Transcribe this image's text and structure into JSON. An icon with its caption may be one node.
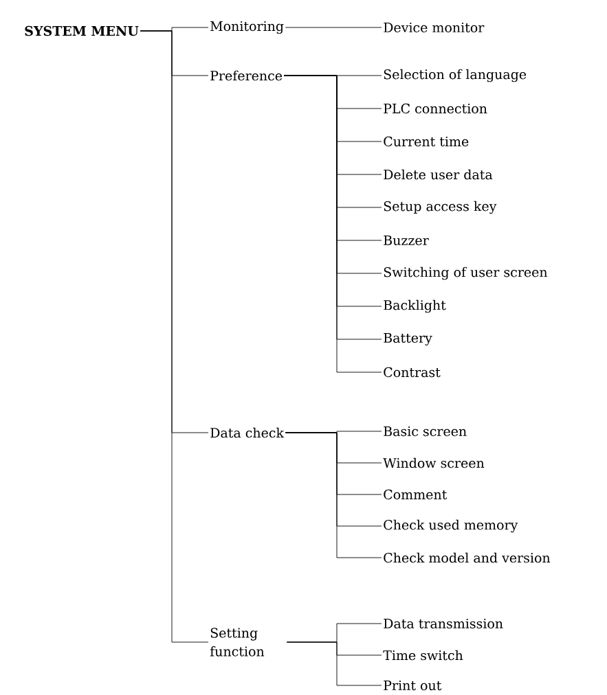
{
  "diagram": {
    "nodes": [
      {
        "text": [
          "SYSTEM MENU"
        ]
      },
      {
        "text": [
          "Monitoring"
        ]
      },
      {
        "text": [
          "Device monitor"
        ]
      },
      {
        "text": [
          "Preference"
        ]
      },
      {
        "text": [
          "Selection of language"
        ]
      },
      {
        "text": [
          "PLC connection"
        ]
      },
      {
        "text": [
          "Current time"
        ]
      },
      {
        "text": [
          "Delete user data"
        ]
      },
      {
        "text": [
          "Setup access key"
        ]
      },
      {
        "text": [
          "Buzzer"
        ]
      },
      {
        "text": [
          "Switching of user screen"
        ]
      },
      {
        "text": [
          "Backlight"
        ]
      },
      {
        "text": [
          "Battery"
        ]
      },
      {
        "text": [
          "Contrast"
        ]
      },
      {
        "text": [
          "Data check"
        ]
      },
      {
        "text": [
          "Basic screen"
        ]
      },
      {
        "text": [
          "Window screen"
        ]
      },
      {
        "text": [
          "Comment"
        ]
      },
      {
        "text": [
          "Check used memory"
        ]
      },
      {
        "text": [
          "Check model and version"
        ]
      },
      {
        "text": [
          "Setting function"
        ]
      },
      {
        "text": [
          "Data transmission"
        ]
      },
      {
        "text": [
          "Time switch"
        ]
      },
      {
        "text": [
          "Print out"
        ]
      }
    ],
    "edges": [
      {
        "from": 0,
        "to": 1,
        "arrow": "none"
      },
      {
        "from": 0,
        "to": 3,
        "arrow": "none"
      },
      {
        "from": 0,
        "to": 14,
        "arrow": "none"
      },
      {
        "from": 0,
        "to": 20,
        "arrow": "none"
      },
      {
        "from": 1,
        "to": 2,
        "arrow": "none"
      },
      {
        "from": 3,
        "to": 4,
        "arrow": "none"
      },
      {
        "from": 3,
        "to": 5,
        "arrow": "none"
      },
      {
        "from": 3,
        "to": 6,
        "arrow": "none"
      },
      {
        "from": 3,
        "to": 7,
        "arrow": "none"
      },
      {
        "from": 3,
        "to": 8,
        "arrow": "none"
      },
      {
        "from": 3,
        "to": 9,
        "arrow": "none"
      },
      {
        "from": 3,
        "to": 10,
        "arrow": "none"
      },
      {
        "from": 3,
        "to": 11,
        "arrow": "none"
      },
      {
        "from": 3,
        "to": 12,
        "arrow": "none"
      },
      {
        "from": 3,
        "to": 13,
        "arrow": "none"
      },
      {
        "from": 14,
        "to": 15,
        "arrow": "none"
      },
      {
        "from": 14,
        "to": 16,
        "arrow": "none"
      },
      {
        "from": 14,
        "to": 17,
        "arrow": "none"
      },
      {
        "from": 14,
        "to": 18,
        "arrow": "none"
      },
      {
        "from": 14,
        "to": 19,
        "arrow": "none"
      },
      {
        "from": 20,
        "to": 21,
        "arrow": "none"
      },
      {
        "from": 20,
        "to": 22,
        "arrow": "none"
      },
      {
        "from": 20,
        "to": 23,
        "arrow": "none"
      }
    ]
  }
}
